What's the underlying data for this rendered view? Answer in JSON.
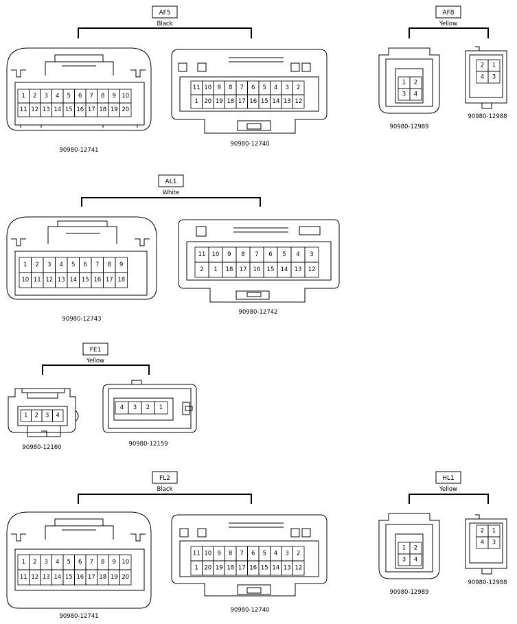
{
  "groups": [
    {
      "code": "AF5",
      "color": "Black"
    },
    {
      "code": "AF8",
      "color": "Yellow"
    },
    {
      "code": "AL1",
      "color": "White"
    },
    {
      "code": "FE1",
      "color": "Yellow"
    },
    {
      "code": "FL2",
      "color": "Black"
    },
    {
      "code": "HL1",
      "color": "Yellow"
    }
  ],
  "parts": [
    "90980-12741",
    "90980-12740",
    "90980-12989",
    "90980-12988",
    "90980-12743",
    "90980-12742",
    "90980-12160",
    "90980-12159",
    "90980-12741",
    "90980-12740",
    "90980-12989",
    "90980-12988"
  ],
  "pins": {
    "p12741": [
      "1",
      "2",
      "3",
      "4",
      "5",
      "6",
      "7",
      "8",
      "9",
      "10",
      "11",
      "12",
      "13",
      "14",
      "15",
      "16",
      "17",
      "18",
      "19",
      "20"
    ],
    "p12740": [
      "11",
      "10",
      "9",
      "8",
      "7",
      "6",
      "5",
      "4",
      "3",
      "2",
      "1",
      "20",
      "19",
      "18",
      "17",
      "16",
      "15",
      "14",
      "13",
      "12"
    ],
    "p12989": [
      "1",
      "2",
      "3",
      "4"
    ],
    "p12988": [
      "2",
      "1",
      "4",
      "3"
    ],
    "p12743": [
      "1",
      "2",
      "3",
      "4",
      "5",
      "6",
      "7",
      "8",
      "9",
      "10",
      "11",
      "12",
      "13",
      "14",
      "15",
      "16",
      "17",
      "18"
    ],
    "p12742": [
      "11",
      "10",
      "9",
      "8",
      "7",
      "6",
      "5",
      "4",
      "3",
      "2",
      "1",
      "18",
      "17",
      "16",
      "15",
      "14",
      "13",
      "12"
    ],
    "p12160": [
      "1",
      "2",
      "3",
      "4"
    ],
    "p12159": [
      "4",
      "3",
      "2",
      "1"
    ]
  }
}
